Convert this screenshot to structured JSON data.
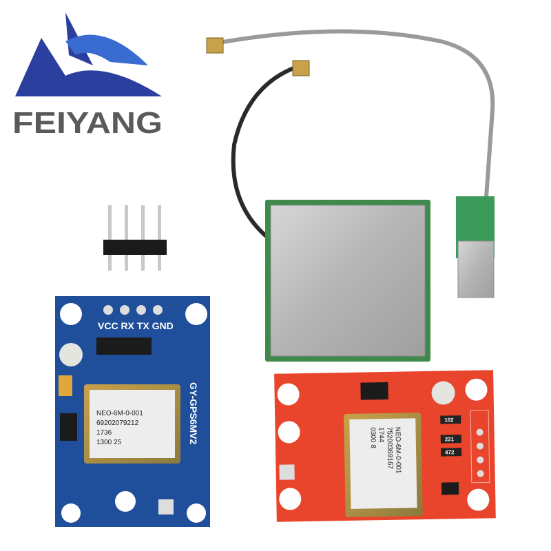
{
  "logo": {
    "brand": "FEIYANG",
    "color": "#2b3f9e"
  },
  "blue_module": {
    "pin_labels": "VCC RX TX GND",
    "board_name": "GY-GPS6MV2",
    "chip_lines": [
      "NEO-6M-0-001",
      "69202079212",
      "1736",
      "1300  25"
    ],
    "color": "#1f4e9a"
  },
  "red_module": {
    "chip_lines": [
      "NEO-6M-0-001",
      "75200369167",
      "1744",
      "0300 8"
    ],
    "resistor_labels": [
      "102",
      "221",
      "472"
    ],
    "color": "#e8452c"
  },
  "antenna": {
    "color": "#b9b9b9"
  }
}
